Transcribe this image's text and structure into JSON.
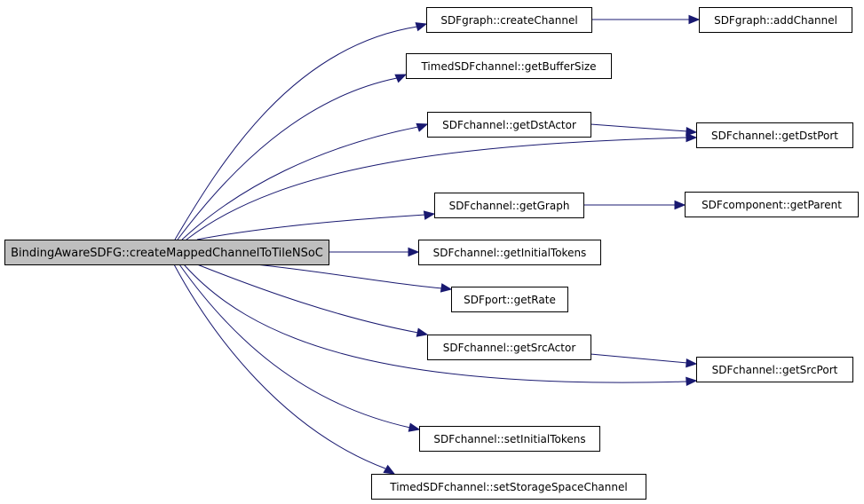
{
  "diagram": {
    "type": "call-graph",
    "edge_color": "#191970",
    "root_fill": "#bfbfbf",
    "node_fill": "#ffffff",
    "nodes": [
      {
        "id": "root",
        "label": "BindingAwareSDFG::createMappedChannelToTileNSoC",
        "root": true
      },
      {
        "id": "createChannel",
        "label": "SDFgraph::createChannel"
      },
      {
        "id": "addChannel",
        "label": "SDFgraph::addChannel"
      },
      {
        "id": "getBufferSize",
        "label": "TimedSDFchannel::getBufferSize"
      },
      {
        "id": "getDstActor",
        "label": "SDFchannel::getDstActor"
      },
      {
        "id": "getDstPort",
        "label": "SDFchannel::getDstPort"
      },
      {
        "id": "getGraph",
        "label": "SDFchannel::getGraph"
      },
      {
        "id": "getParent",
        "label": "SDFcomponent::getParent"
      },
      {
        "id": "getInitialTokens",
        "label": "SDFchannel::getInitialTokens"
      },
      {
        "id": "getRate",
        "label": "SDFport::getRate"
      },
      {
        "id": "getSrcActor",
        "label": "SDFchannel::getSrcActor"
      },
      {
        "id": "getSrcPort",
        "label": "SDFchannel::getSrcPort"
      },
      {
        "id": "setInitialTokens",
        "label": "SDFchannel::setInitialTokens"
      },
      {
        "id": "setStorageSpaceChannel",
        "label": "TimedSDFchannel::setStorageSpaceChannel"
      }
    ],
    "edges": [
      {
        "from": "root",
        "to": "createChannel"
      },
      {
        "from": "root",
        "to": "getBufferSize"
      },
      {
        "from": "root",
        "to": "getDstActor"
      },
      {
        "from": "root",
        "to": "getDstPort"
      },
      {
        "from": "root",
        "to": "getGraph"
      },
      {
        "from": "root",
        "to": "getInitialTokens"
      },
      {
        "from": "root",
        "to": "getRate"
      },
      {
        "from": "root",
        "to": "getSrcActor"
      },
      {
        "from": "root",
        "to": "getSrcPort"
      },
      {
        "from": "root",
        "to": "setInitialTokens"
      },
      {
        "from": "root",
        "to": "setStorageSpaceChannel"
      },
      {
        "from": "createChannel",
        "to": "addChannel"
      },
      {
        "from": "getDstActor",
        "to": "getDstPort"
      },
      {
        "from": "getGraph",
        "to": "getParent"
      },
      {
        "from": "getSrcActor",
        "to": "getSrcPort"
      }
    ]
  }
}
